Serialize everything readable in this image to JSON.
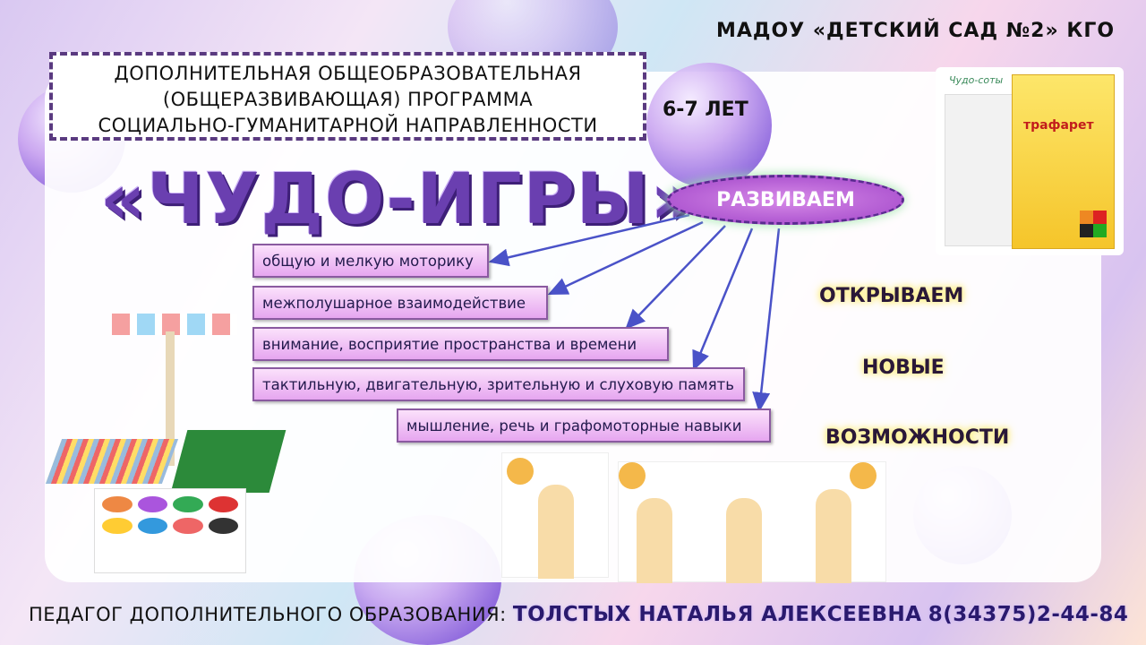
{
  "header": {
    "organization": "МАДОУ «ДЕТСКИЙ САД №2» КГО"
  },
  "program": {
    "lines": [
      "ДОПОЛНИТЕЛЬНАЯ ОБЩЕОБРАЗОВАТЕЛЬНАЯ",
      "(ОБЩЕРАЗВИВАЮЩАЯ) ПРОГРАММА",
      "СОЦИАЛЬНО-ГУМАНИТАРНОЙ НАПРАВЛЕННОСТИ"
    ],
    "age": "6-7 ЛЕТ"
  },
  "title": "«ЧУДО-ИГРЫ»",
  "develop": {
    "label": "РАЗВИВАЕМ",
    "items": [
      "общую и мелкую моторику",
      "межполушарное взаимодействие",
      "внимание, восприятие пространства и времени",
      "тактильную, двигательную, зрительную и слуховую память",
      "мышление, речь и графомоторные навыки"
    ]
  },
  "slogan": [
    "ОТКРЫВАЕМ",
    "НОВЫЕ",
    "ВОЗМОЖНОСТИ"
  ],
  "product": {
    "brand": "Чудо-соты",
    "label": "трафарет"
  },
  "footer": {
    "role": "ПЕДАГОГ ДОПОЛНИТЕЛЬНОГО ОБРАЗОВАНИЯ:",
    "name": "ТОЛСТЫХ НАТАЛЬЯ АЛЕКСЕЕВНА",
    "phone": "8(34375)2-44-84"
  },
  "colors": {
    "accent": "#6a3fb0",
    "ellipse": "#b55bd6",
    "item": "#f0c0f5"
  }
}
